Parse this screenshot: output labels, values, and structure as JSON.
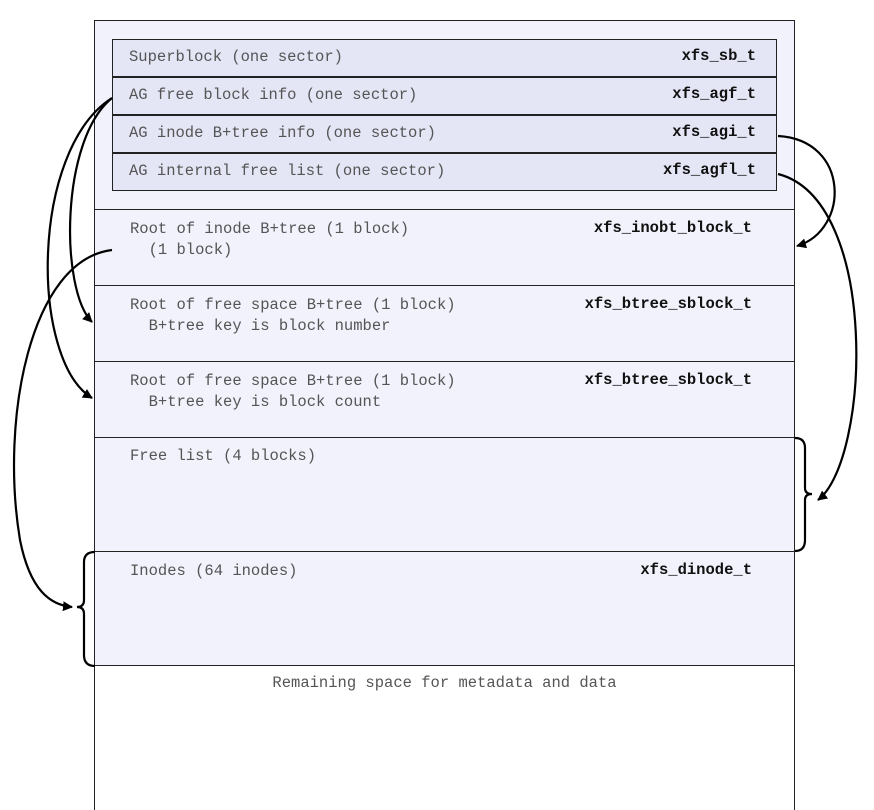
{
  "sectors": [
    {
      "label": "Superblock (one sector)",
      "type": "xfs_sb_t"
    },
    {
      "label": "AG free block info (one sector)",
      "type": "xfs_agf_t"
    },
    {
      "label": "AG inode B+tree info (one sector)",
      "type": "xfs_agi_t"
    },
    {
      "label": "AG internal free list (one sector)",
      "type": "xfs_agfl_t"
    }
  ],
  "blocks": [
    {
      "line1": "Root of inode B+tree (1 block)",
      "line2": "  (1 block)",
      "type": "xfs_inobt_block_t"
    },
    {
      "line1": "Root of free space B+tree (1 block)",
      "line2": "  B+tree key is block number",
      "type": "xfs_btree_sblock_t"
    },
    {
      "line1": "Root of free space B+tree (1 block)",
      "line2": "  B+tree key is block count",
      "type": "xfs_btree_sblock_t"
    },
    {
      "line1": "Free list (4 blocks)",
      "line2": "",
      "type": ""
    },
    {
      "line1": "Inodes (64 inodes)",
      "line2": "",
      "type": "xfs_dinode_t"
    }
  ],
  "remaining": "Remaining space for metadata and data"
}
